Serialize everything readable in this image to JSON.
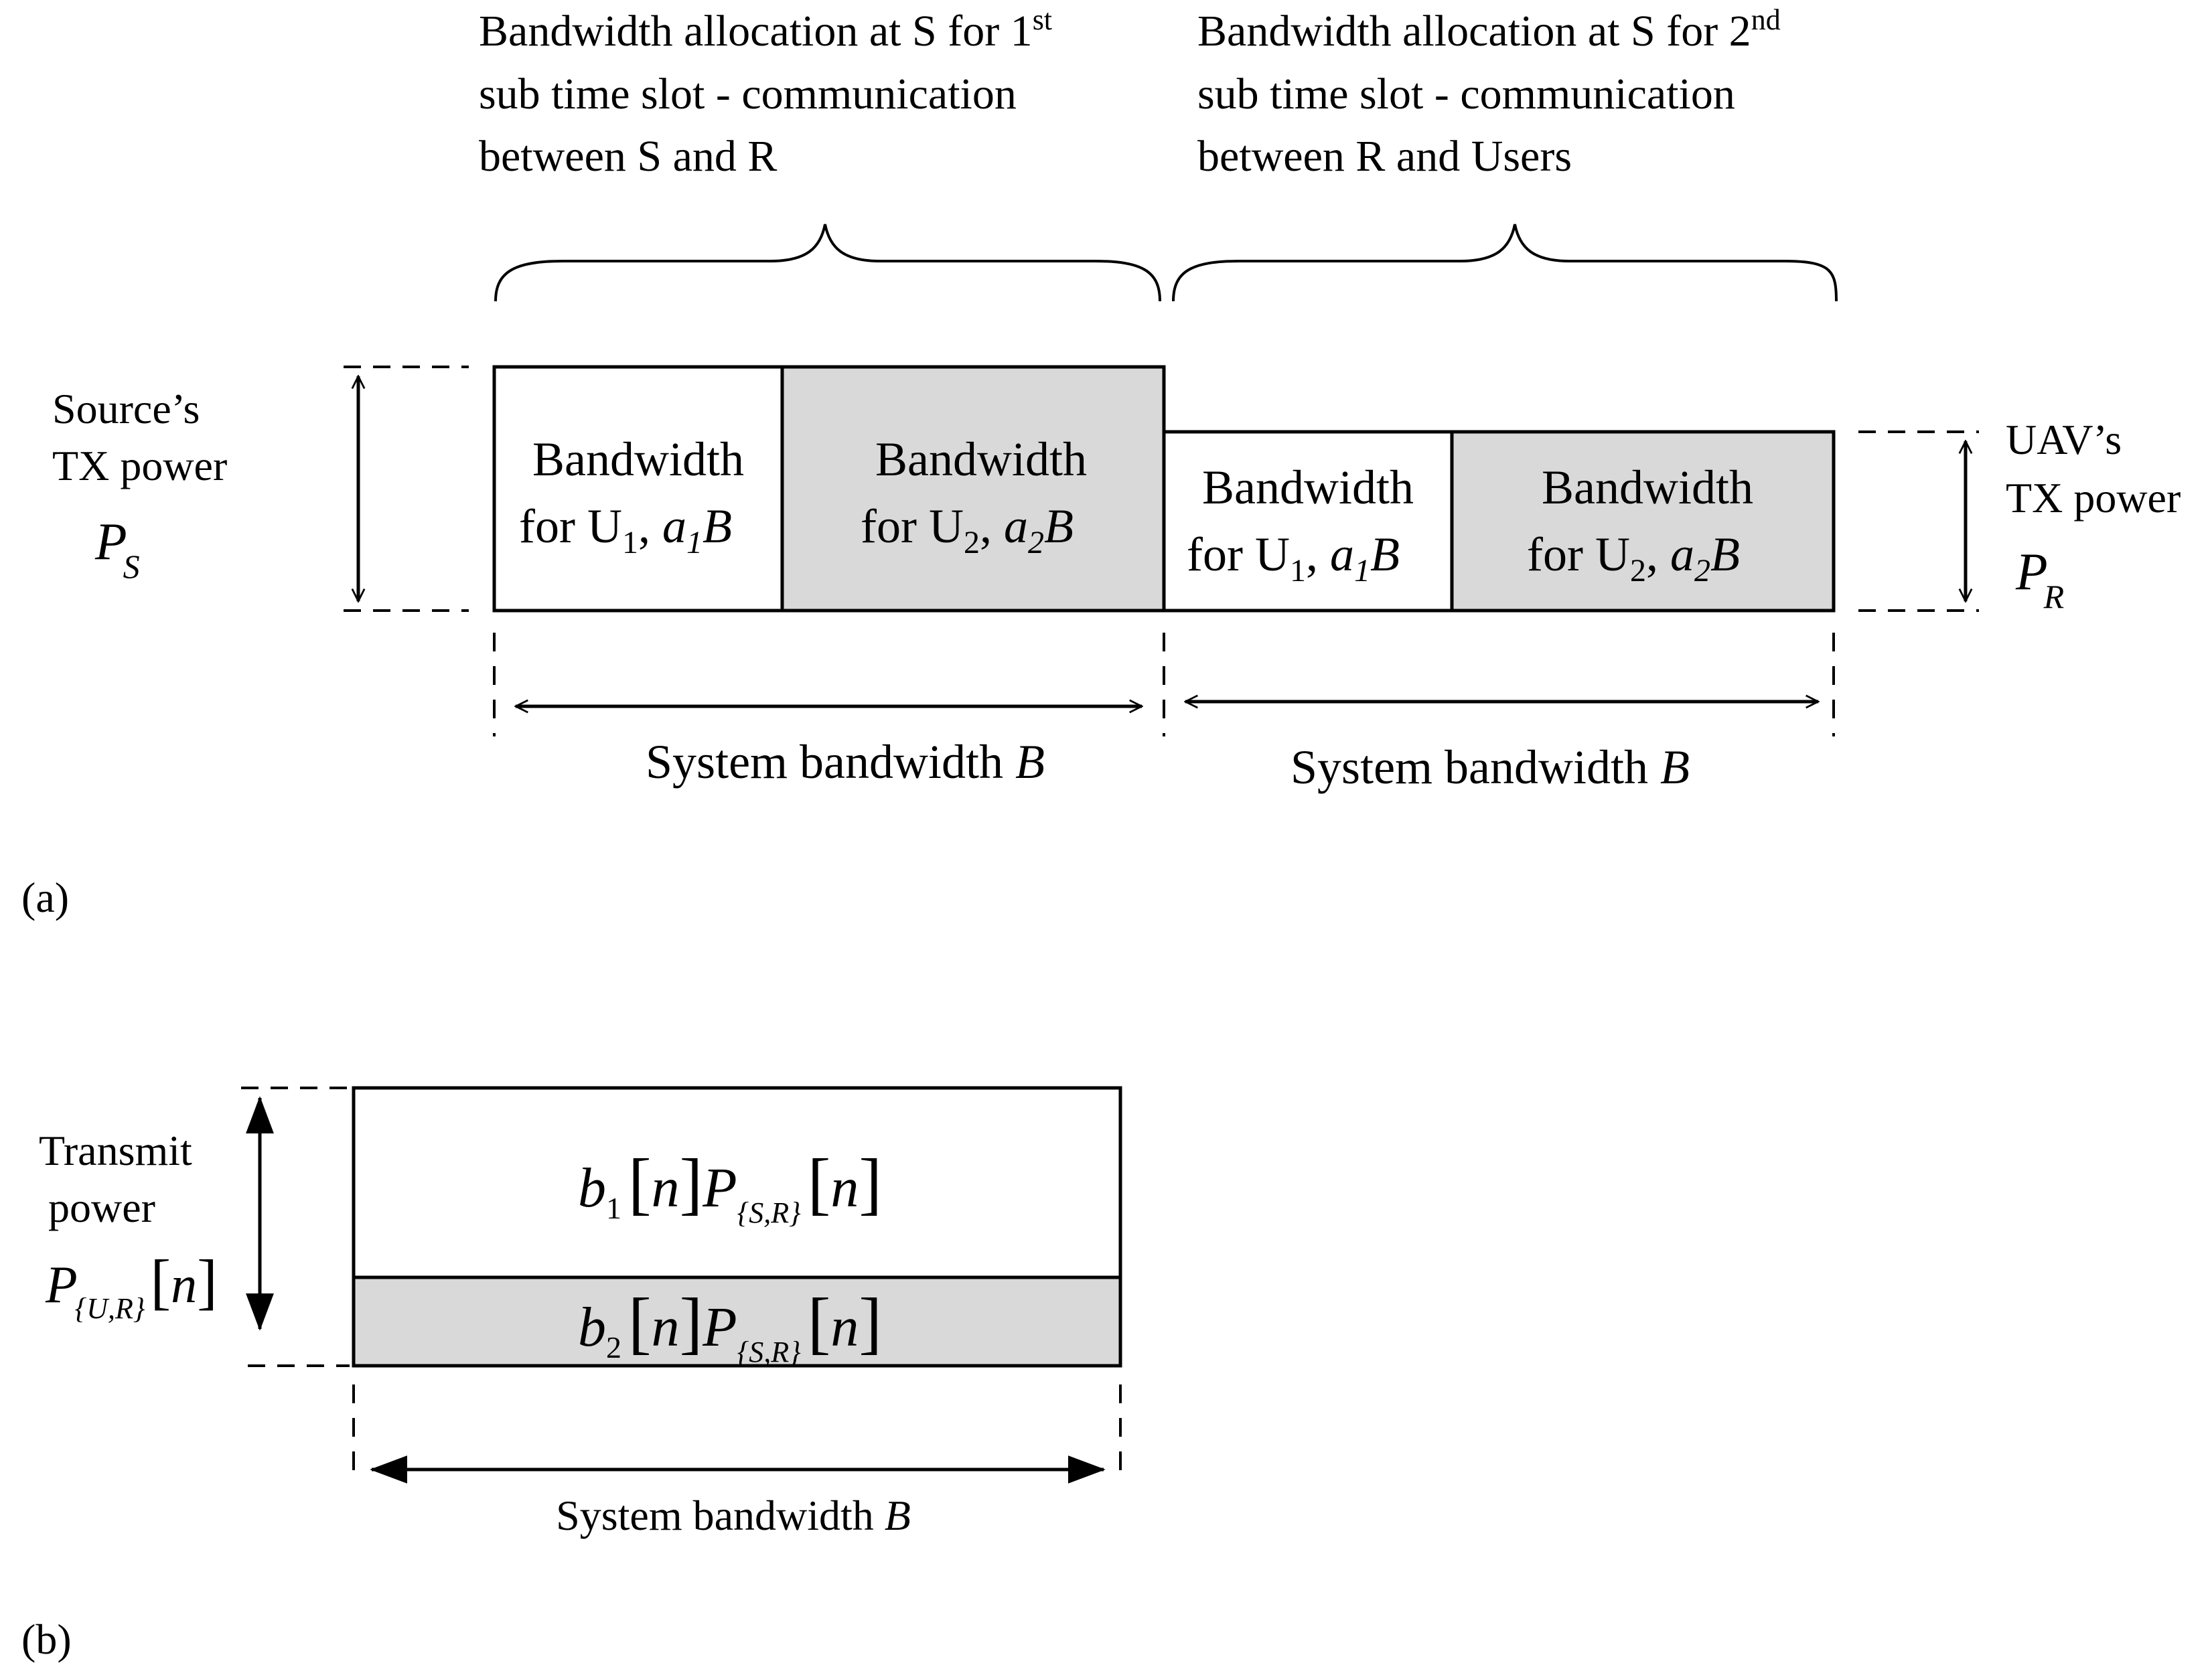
{
  "panel_a": {
    "label": "(a)",
    "annotation_left": {
      "line1": "Bandwidth allocation at S for 1",
      "line1_sup": "st",
      "line2": "sub time slot - communication",
      "line3": "between S and R"
    },
    "annotation_right": {
      "line1": "Bandwidth allocation at S for 2",
      "line1_sup": "nd",
      "line2": "sub time slot - communication",
      "line3": "between R and Users"
    },
    "source_power": {
      "line1": "Source’s",
      "line2": "TX power",
      "symbol": "P",
      "subscript": "S"
    },
    "uav_power": {
      "line1": "UAV’s",
      "line2": "TX power",
      "symbol": "P",
      "subscript": "R"
    },
    "blocks": [
      {
        "line1": "Bandwidth",
        "prefix": "for U",
        "user": "1",
        "coef": "a",
        "coef_sub": "1",
        "unit": "B"
      },
      {
        "line1": "Bandwidth",
        "prefix": "for U",
        "user": "2",
        "coef": "a",
        "coef_sub": "2",
        "unit": "B"
      },
      {
        "line1": "Bandwidth",
        "prefix": "for U",
        "user": "1",
        "coef": "a",
        "coef_sub": "1",
        "unit": "B"
      },
      {
        "line1": "Bandwidth",
        "prefix": "for U",
        "user": "2",
        "coef": "a",
        "coef_sub": "2",
        "unit": "B"
      }
    ],
    "bandwidth_left": {
      "text": "System bandwidth ",
      "symbol": "B"
    },
    "bandwidth_right": {
      "text": "System bandwidth ",
      "symbol": "B"
    }
  },
  "panel_b": {
    "label": "(b)",
    "power_label": {
      "line1": "Transmit",
      "line2": "power",
      "symbol": "P",
      "subscript": "{U,R}",
      "index": "n"
    },
    "top_block": {
      "coef": "b",
      "coef_sub": "1",
      "index": "n",
      "symbol": "P",
      "subscript": "{S,R}"
    },
    "bottom_block": {
      "coef": "b",
      "coef_sub": "2",
      "index": "n",
      "symbol": "P",
      "subscript": "{S,R}"
    },
    "bandwidth": {
      "text": "System bandwidth ",
      "symbol": "B"
    }
  }
}
